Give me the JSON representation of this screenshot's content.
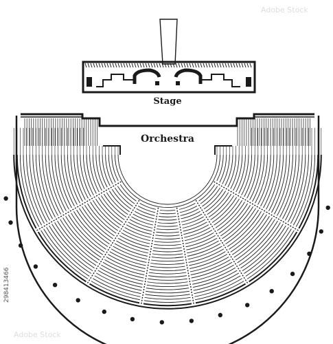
{
  "diagram": {
    "labels": {
      "stage": "Stage",
      "orchestra": "Orchestra"
    },
    "stock_id": "298413466",
    "watermark": "Adobe Stock",
    "colors": {
      "ink": "#1a1a1a",
      "paper": "#ffffff"
    }
  }
}
